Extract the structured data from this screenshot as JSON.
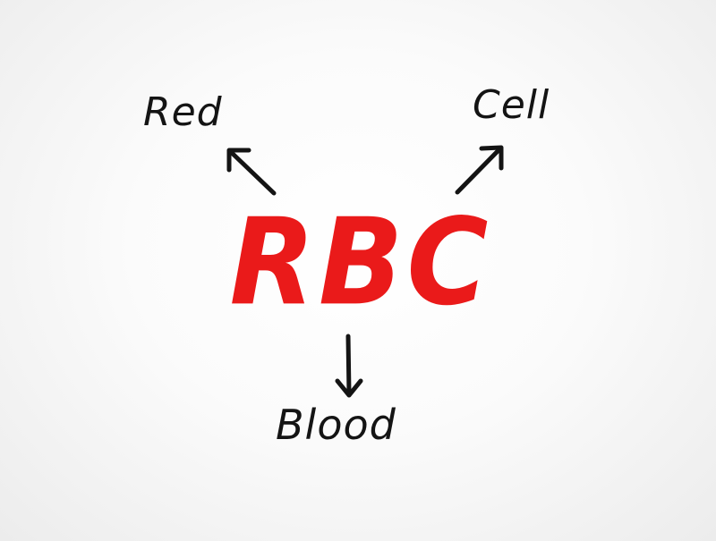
{
  "diagram": {
    "acronym": "RBC",
    "words": {
      "first": "Red",
      "second": "Cell",
      "third": "Blood"
    },
    "colors": {
      "acronym": "#ea1a1a",
      "words": "#141414",
      "arrows": "#141414"
    },
    "arrows": [
      {
        "from": "acronym",
        "to": "first",
        "icon": "arrow-up-left-icon"
      },
      {
        "from": "acronym",
        "to": "second",
        "icon": "arrow-up-right-icon"
      },
      {
        "from": "acronym",
        "to": "third",
        "icon": "arrow-down-icon"
      }
    ]
  }
}
